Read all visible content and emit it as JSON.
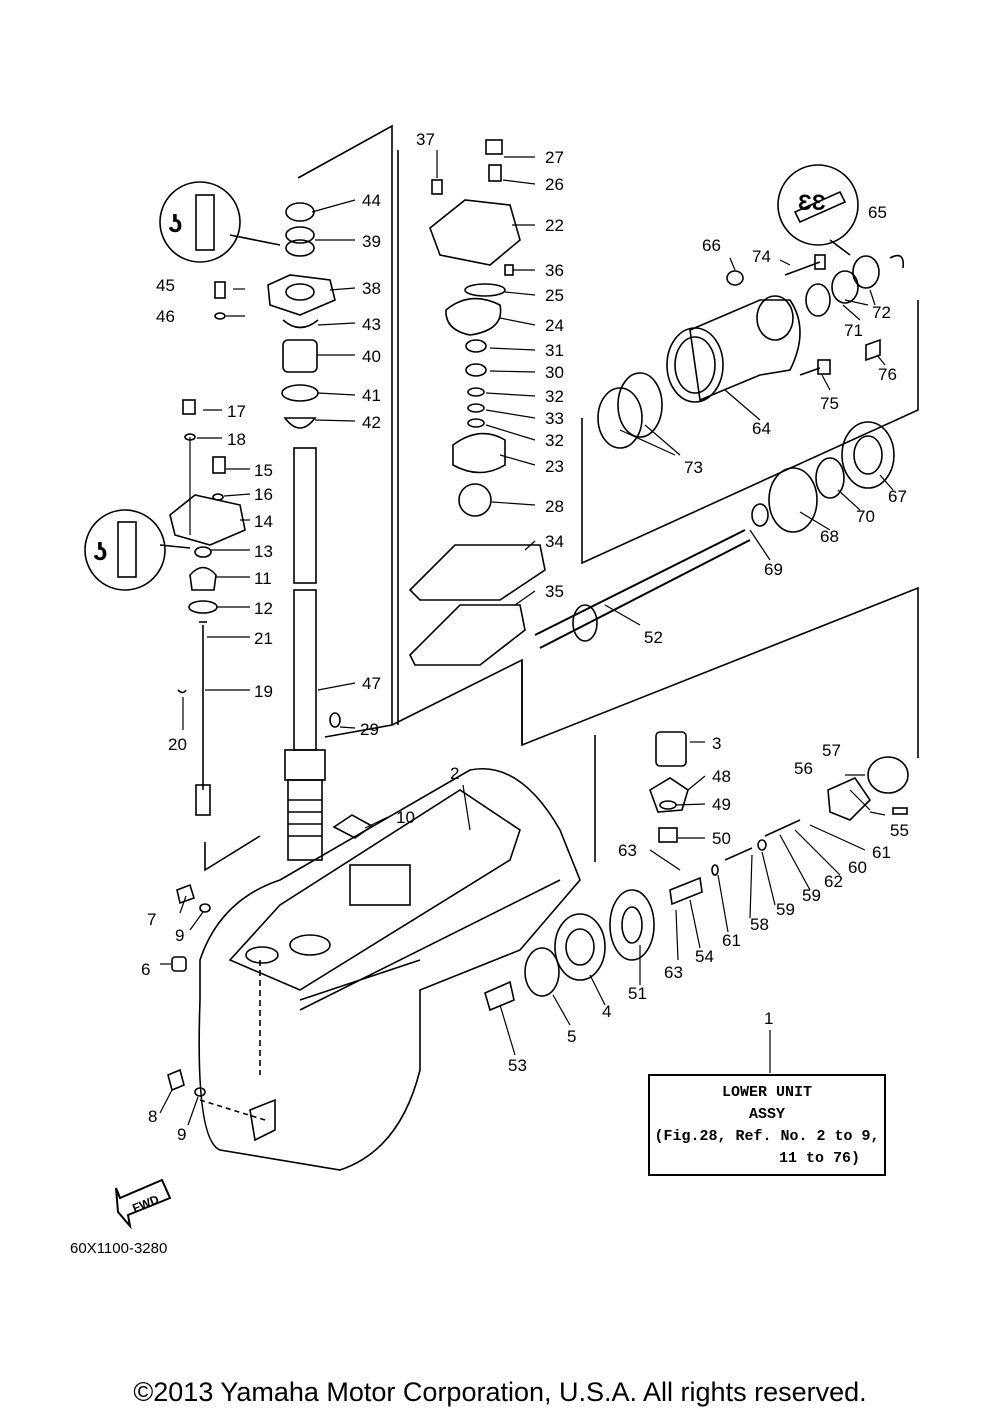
{
  "caption": {
    "line1": "LOWER UNIT",
    "line2": "ASSY",
    "line3": "(Fig.28, Ref. No. 2 to 9,",
    "line4": "11 to 76)"
  },
  "drawing_code": "60X1100-3280",
  "forward_label": "FWD",
  "copyright": "©2013 Yamaha Motor Corporation, U.S.A. All rights reserved.",
  "part_numbers": [
    "1",
    "2",
    "3",
    "4",
    "5",
    "6",
    "7",
    "8",
    "9",
    "9",
    "10",
    "11",
    "12",
    "13",
    "14",
    "15",
    "16",
    "17",
    "18",
    "19",
    "20",
    "21",
    "22",
    "23",
    "24",
    "25",
    "26",
    "27",
    "28",
    "29",
    "30",
    "31",
    "32",
    "32",
    "33",
    "34",
    "35",
    "36",
    "37",
    "38",
    "39",
    "40",
    "41",
    "42",
    "43",
    "44",
    "45",
    "46",
    "47",
    "48",
    "49",
    "50",
    "51",
    "52",
    "53",
    "54",
    "55",
    "56",
    "57",
    "58",
    "59",
    "59",
    "60",
    "61",
    "61",
    "62",
    "63",
    "63",
    "64",
    "65",
    "66",
    "67",
    "68",
    "69",
    "70",
    "71",
    "72",
    "73",
    "74",
    "75",
    "76"
  ],
  "lubricant_icons": [
    "grease-a-icon",
    "grease-a-icon",
    "grease-d-icon"
  ]
}
